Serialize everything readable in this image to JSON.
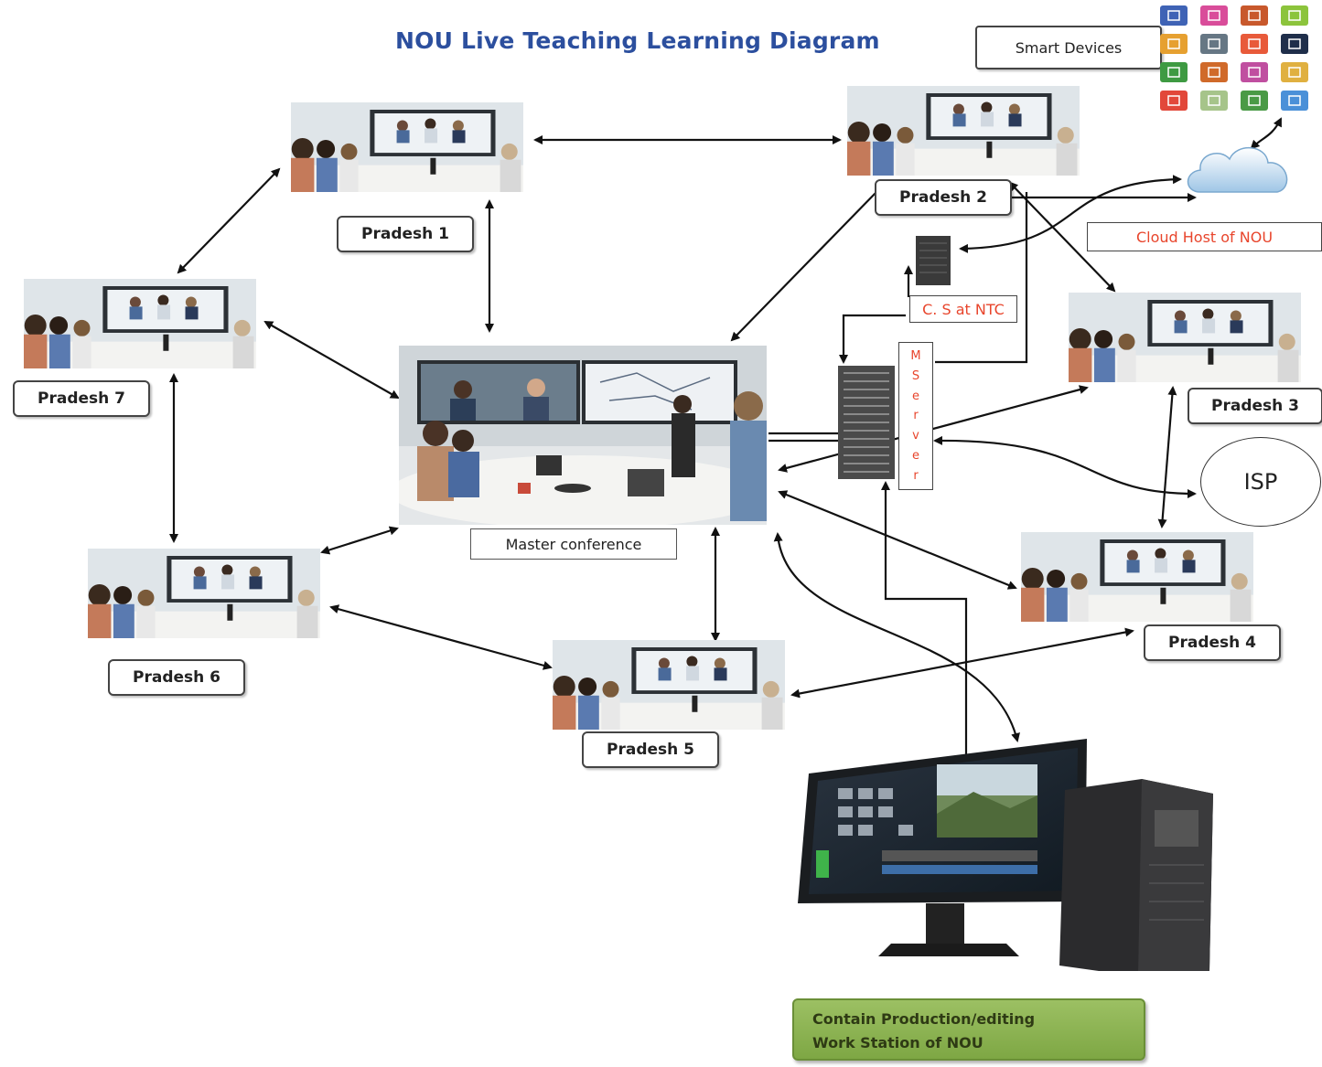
{
  "title": "NOU Live Teaching Learning Diagram",
  "smart_devices": {
    "label": "Smart Devices",
    "tiles": [
      {
        "icon": "monitor-app-icon",
        "color": "#3f63b5"
      },
      {
        "icon": "chat-app-icon",
        "color": "#d94d9a"
      },
      {
        "icon": "briefcase-app-icon",
        "color": "#c8582c"
      },
      {
        "icon": "card-app-icon",
        "color": "#8cc43c"
      },
      {
        "icon": "calculator-app-icon",
        "color": "#e6a030"
      },
      {
        "icon": "print-app-icon",
        "color": "#667784"
      },
      {
        "icon": "mail-app-icon",
        "color": "#e85a3a"
      },
      {
        "icon": "lock-app-icon",
        "color": "#1f2e4a"
      },
      {
        "icon": "book-app-icon",
        "color": "#3e9a42"
      },
      {
        "icon": "gear-app-icon",
        "color": "#d06a2a"
      },
      {
        "icon": "chart-app-icon",
        "color": "#c04fa0"
      },
      {
        "icon": "doc-app-icon",
        "color": "#e0b040"
      },
      {
        "icon": "video-app-icon",
        "color": "#e2483a"
      },
      {
        "icon": "photo-app-icon",
        "color": "#a6c48a"
      },
      {
        "icon": "phone-app-icon",
        "color": "#4a9a46"
      },
      {
        "icon": "globe-app-icon",
        "color": "#4a90d8"
      }
    ]
  },
  "nodes": {
    "pradesh_1": "Pradesh 1",
    "pradesh_2": "Pradesh 2",
    "pradesh_3": "Pradesh 3",
    "pradesh_4": "Pradesh 4",
    "pradesh_5": "Pradesh 5",
    "pradesh_6": "Pradesh 6",
    "pradesh_7": "Pradesh 7",
    "master": "Master conference"
  },
  "cloud_label": "Cloud  Host of NOU",
  "cs_label": "C. S at NTC",
  "server_letters": [
    "M",
    "S",
    "e",
    "r",
    "v",
    "e",
    "r"
  ],
  "isp_label": "ISP",
  "workstation_label_line1": "Contain Production/editing",
  "workstation_label_line2": "Work Station of NOU",
  "colors": {
    "title": "#2c4f9e",
    "red_text": "#e8452c",
    "green_box": "#8db455"
  }
}
